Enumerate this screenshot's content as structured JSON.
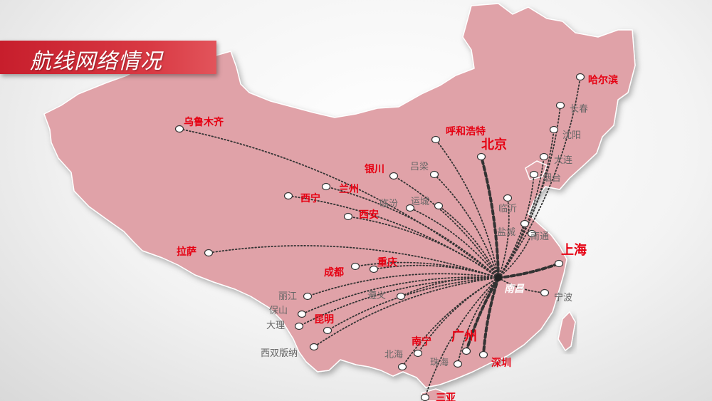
{
  "title": "航线网络情况",
  "hub": {
    "name": "南昌"
  },
  "colors": {
    "map_fill": "#e0a2a8",
    "map_stroke": "#ffffff",
    "route": "#333333",
    "primary_label": "#e60012",
    "secondary_label": "#666666",
    "title_bg": "#c71e2c"
  },
  "cities": [
    {
      "id": "wulumuqi",
      "name": "乌鲁木齐",
      "style": "primary"
    },
    {
      "id": "huhehaote",
      "name": "呼和浩特",
      "style": "primary"
    },
    {
      "id": "beijing",
      "name": "北京",
      "style": "major"
    },
    {
      "id": "haerbin",
      "name": "哈尔滨",
      "style": "primary"
    },
    {
      "id": "changchun",
      "name": "长春",
      "style": "secondary"
    },
    {
      "id": "shenyang",
      "name": "沈阳",
      "style": "secondary"
    },
    {
      "id": "dalian",
      "name": "大连",
      "style": "secondary"
    },
    {
      "id": "yantai",
      "name": "烟台",
      "style": "secondary"
    },
    {
      "id": "lvliang",
      "name": "吕梁",
      "style": "secondary"
    },
    {
      "id": "yinchuan",
      "name": "银川",
      "style": "primary"
    },
    {
      "id": "lanzhou",
      "name": "兰州",
      "style": "primary"
    },
    {
      "id": "xining",
      "name": "西宁",
      "style": "primary"
    },
    {
      "id": "linfen",
      "name": "临汾",
      "style": "secondary"
    },
    {
      "id": "yuncheng",
      "name": "运城",
      "style": "secondary"
    },
    {
      "id": "xian",
      "name": "西安",
      "style": "primary"
    },
    {
      "id": "linyi",
      "name": "临沂",
      "style": "secondary"
    },
    {
      "id": "yancheng",
      "name": "盐城",
      "style": "secondary"
    },
    {
      "id": "nantong",
      "name": "南通",
      "style": "secondary"
    },
    {
      "id": "lasa",
      "name": "拉萨",
      "style": "primary"
    },
    {
      "id": "shanghai",
      "name": "上海",
      "style": "major"
    },
    {
      "id": "chengdu",
      "name": "成都",
      "style": "primary"
    },
    {
      "id": "chongqing",
      "name": "重庆",
      "style": "primary"
    },
    {
      "id": "ningbo",
      "name": "宁波",
      "style": "secondary"
    },
    {
      "id": "lijiang",
      "name": "丽江",
      "style": "secondary"
    },
    {
      "id": "zunyi",
      "name": "遵义",
      "style": "secondary"
    },
    {
      "id": "baoshan",
      "name": "保山",
      "style": "secondary"
    },
    {
      "id": "kunming",
      "name": "昆明",
      "style": "primary"
    },
    {
      "id": "dali",
      "name": "大理",
      "style": "secondary"
    },
    {
      "id": "nanning",
      "name": "南宁",
      "style": "primary"
    },
    {
      "id": "guangzhou",
      "name": "广州",
      "style": "major"
    },
    {
      "id": "xishuangbanna",
      "name": "西双版纳",
      "style": "secondary"
    },
    {
      "id": "beihai",
      "name": "北海",
      "style": "secondary"
    },
    {
      "id": "zhuhai",
      "name": "珠海",
      "style": "secondary"
    },
    {
      "id": "shenzhen",
      "name": "深圳",
      "style": "primary"
    },
    {
      "id": "sanya",
      "name": "三亚",
      "style": "primary"
    }
  ]
}
